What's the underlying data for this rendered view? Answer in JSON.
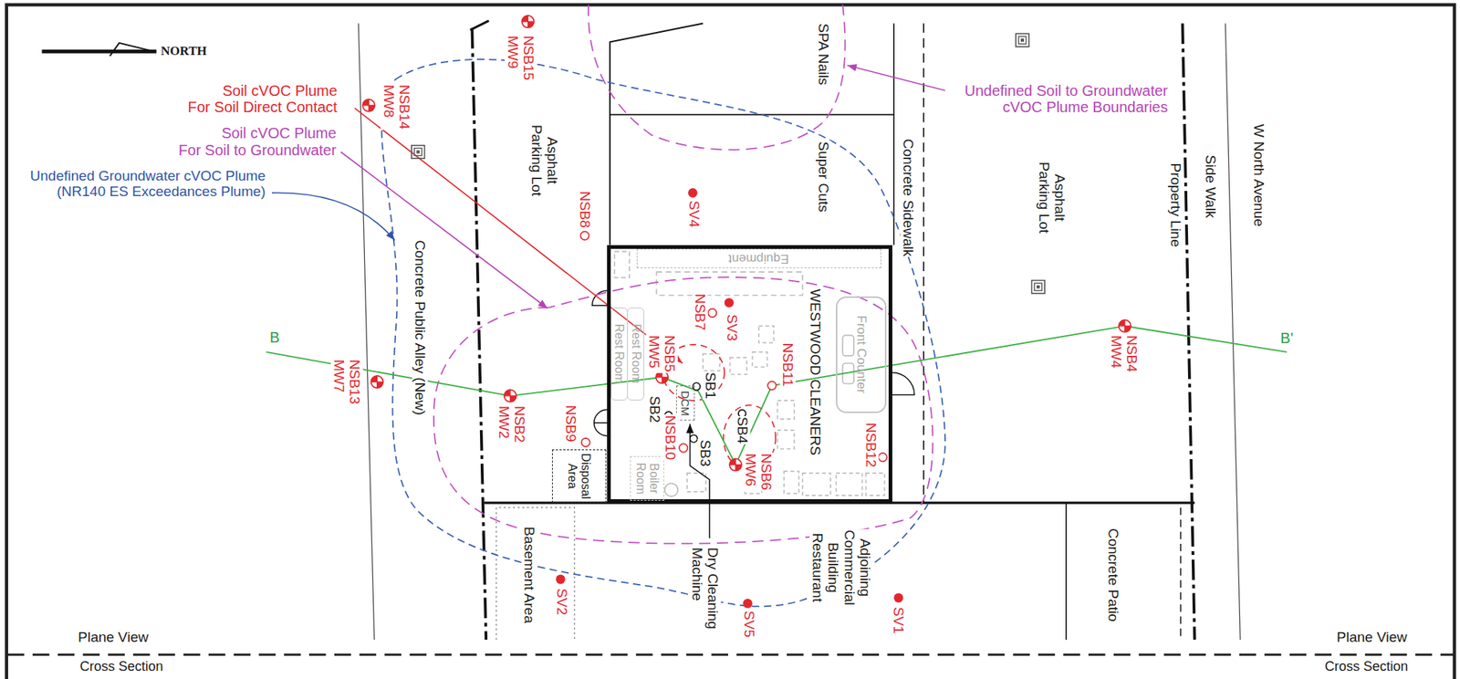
{
  "diagram": {
    "nodes": [
      {
        "text": [
          "WESTWOOD CLEANERS"
        ]
      },
      {
        "text": [
          "Equipment"
        ],
        "in": 0
      },
      {
        "text": [
          "Front Counter"
        ],
        "in": 0
      },
      {
        "text": [
          "Rest Room"
        ],
        "in": 0
      },
      {
        "text": [
          "Rest Room"
        ],
        "in": 0
      },
      {
        "text": [
          "DCM"
        ],
        "in": 0
      },
      {
        "text": [
          "Boiler Room"
        ],
        "in": 0
      },
      {
        "text": [
          "Disposal Area"
        ]
      }
    ],
    "labels": [
      "NORTH",
      "NSB15 MW9",
      "NSB14 MW8",
      "Soil cVOC Plume For Soil Direct Contact",
      "Soil cVOC Plume For Soil to Groundwater",
      "Undefined Groundwater cVOC Plume (NR140 ES Exceedances Plume)",
      "Asphalt Parking Lot",
      "NSB8",
      "SV4",
      "SPA Nails",
      "Super Cuts",
      "Concrete Sidewalk",
      "Undefined Soil to Groundwater cVOC Plume Boundaries",
      "Asphalt Parking Lot",
      "Property Line",
      "Side Walk",
      "W North Avenue",
      "Concrete Public Alley (New)",
      "NSB7",
      "SV3",
      "NSB5 MW5",
      "SB1",
      "NSB11",
      "SB2",
      "SB4",
      "NSB10",
      "SB3",
      "NSB9",
      "NSB6 MW6",
      "NSB12",
      "NSB2 MW2",
      "NSB13 MW7",
      "NSB4 MW4",
      "B",
      "B'",
      "Basement Area",
      "SV2",
      "Dry Cleaning Machine",
      "SV5",
      "Adjoining Commercial Building Restaurant",
      "SV1",
      "Concrete Patio",
      "Plane View",
      "Plane View",
      "Cross Section",
      "Cross Section"
    ]
  }
}
